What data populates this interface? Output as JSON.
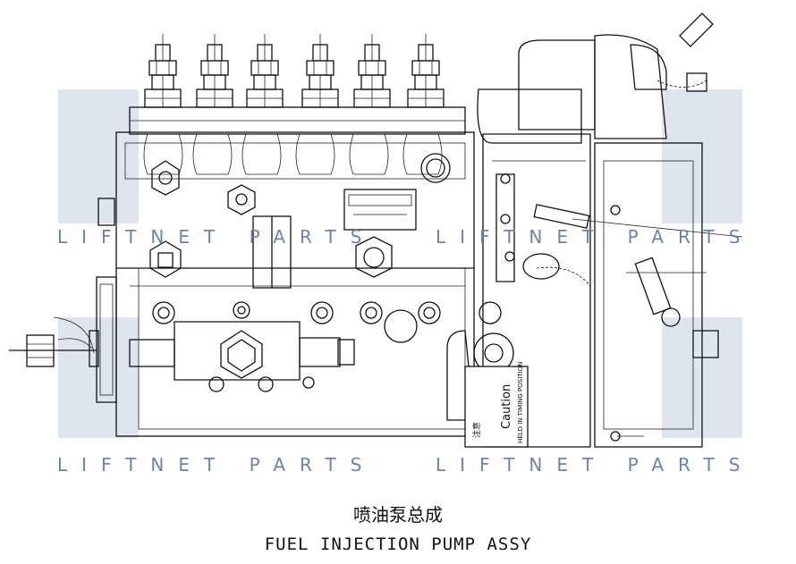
{
  "watermark": {
    "text_left": "LIFTNET PARTS",
    "text_right": "LIFTNET PARTS",
    "color": "#6d84a8",
    "block_color": "#dfe5ef"
  },
  "label_plate": {
    "caution_cn": "注意",
    "caution_en": "Caution",
    "timing_note": "HELD IN TIMING POSITION"
  },
  "caption": {
    "chinese": "喷油泵总成",
    "english": "FUEL INJECTION PUMP ASSY"
  }
}
